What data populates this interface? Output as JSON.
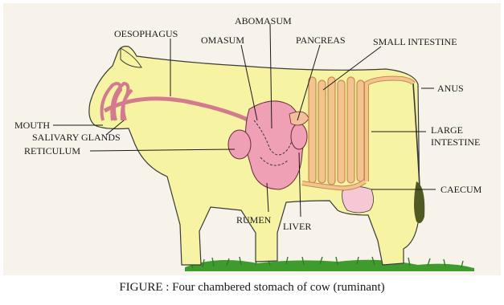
{
  "labels": {
    "oesophagus": "OESOPHAGUS",
    "abomasum": "ABOMASUM",
    "omasum": "OMASUM",
    "pancreas": "PANCREAS",
    "small_intestine": "SMALL INTESTINE",
    "anus": "ANUS",
    "mouth": "MOUTH",
    "salivary_glands": "SALIVARY GLANDS",
    "reticulum": "RETICULUM",
    "large_intestine_1": "LARGE",
    "large_intestine_2": "INTESTINE",
    "caecum": "CAECUM",
    "rumen": "RUMEN",
    "liver": "LIVER"
  },
  "caption": "FIGURE : Four chambered stomach of cow (ruminant)",
  "colors": {
    "body": "#f6f3a2",
    "outline": "#3a3a3a",
    "stomach": "#f0a0b4",
    "intestine": "#f4c48e",
    "tail": "#4e5a22",
    "grass": "#3f9b2e",
    "panel": "#f7f2ea"
  }
}
